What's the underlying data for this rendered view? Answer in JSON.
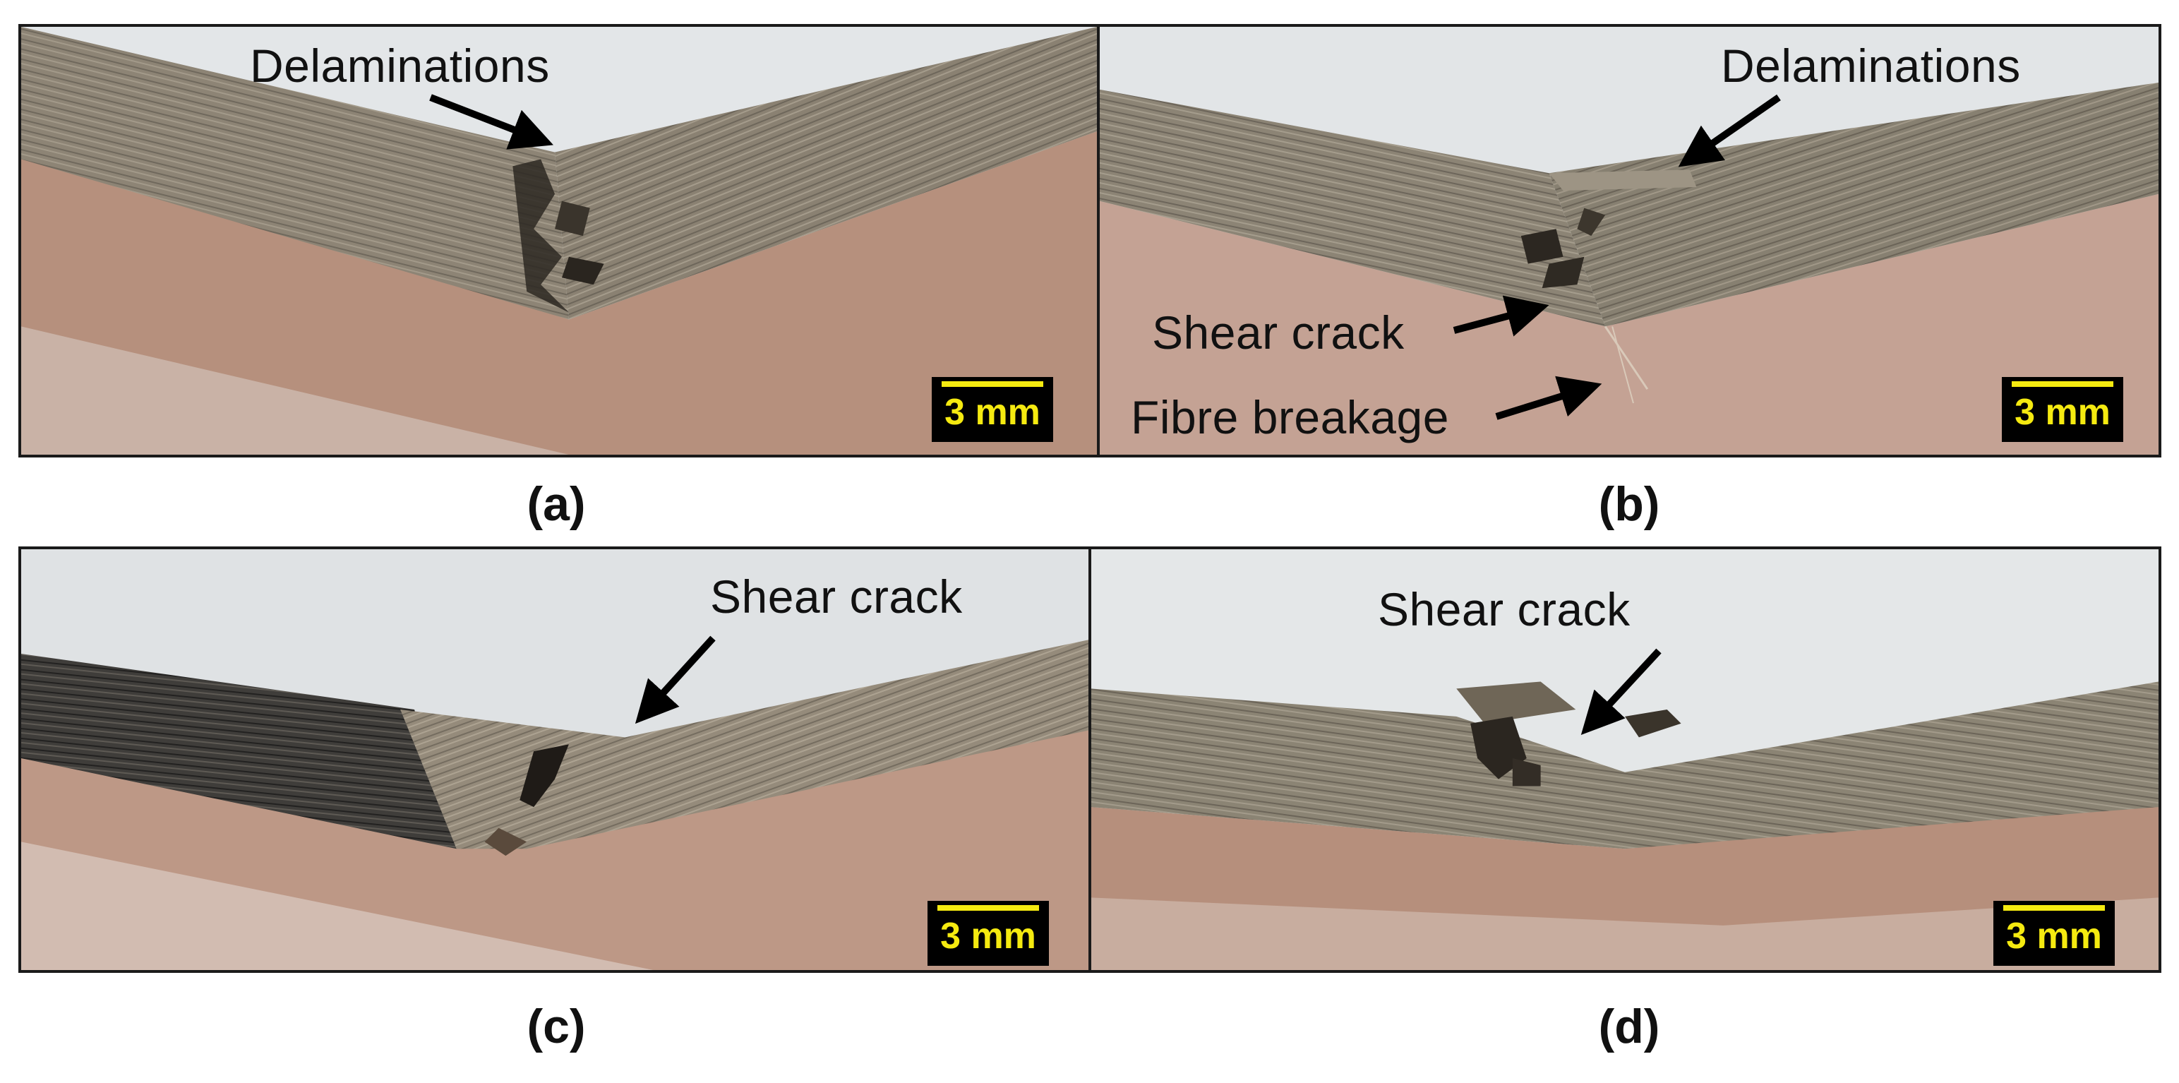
{
  "panels": {
    "a": {
      "caption": "(a)",
      "scale_label": "3 mm",
      "annotations": [
        "Delaminations"
      ]
    },
    "b": {
      "caption": "(b)",
      "scale_label": "3 mm",
      "annotations": [
        "Delaminations",
        "Shear crack",
        "Fibre breakage"
      ]
    },
    "c": {
      "caption": "(c)",
      "scale_label": "3 mm",
      "annotations": [
        "Shear crack"
      ]
    },
    "d": {
      "caption": "(d)",
      "scale_label": "3 mm",
      "annotations": [
        "Shear crack"
      ]
    }
  },
  "colors": {
    "laminate": "#8a8172",
    "laminate_dark": "#5f584d",
    "background_sky": "#dfe2e3",
    "backing_board": "#b08a78",
    "scale_bar": "#f5ea10",
    "text": "#111111"
  }
}
